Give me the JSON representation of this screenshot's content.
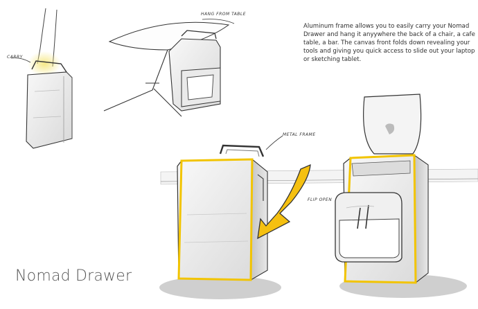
{
  "title": "Nomad Drawer",
  "description": "Aluminum frame allows you to easily carry your Nomad Drawer and hang it anyywhere the back of a chair, a cafe table, a bar. The canvas front folds down revealing your tools and giving you quick access to slide out your laptop or sketching tablet.",
  "annotations": {
    "carry": "CARRY",
    "hang_from_table": "HANG FROM TABLE",
    "metal_frame": "METAL FRAME",
    "flip_open": "FLIP OPEN"
  },
  "colors": {
    "accent_yellow": "#f2c400",
    "highlight_yellow": "#f7ea8a",
    "arrow_yellow": "#f5c010",
    "shadow_grey": "#c8c8c8",
    "ink": "#2a2a2a"
  }
}
